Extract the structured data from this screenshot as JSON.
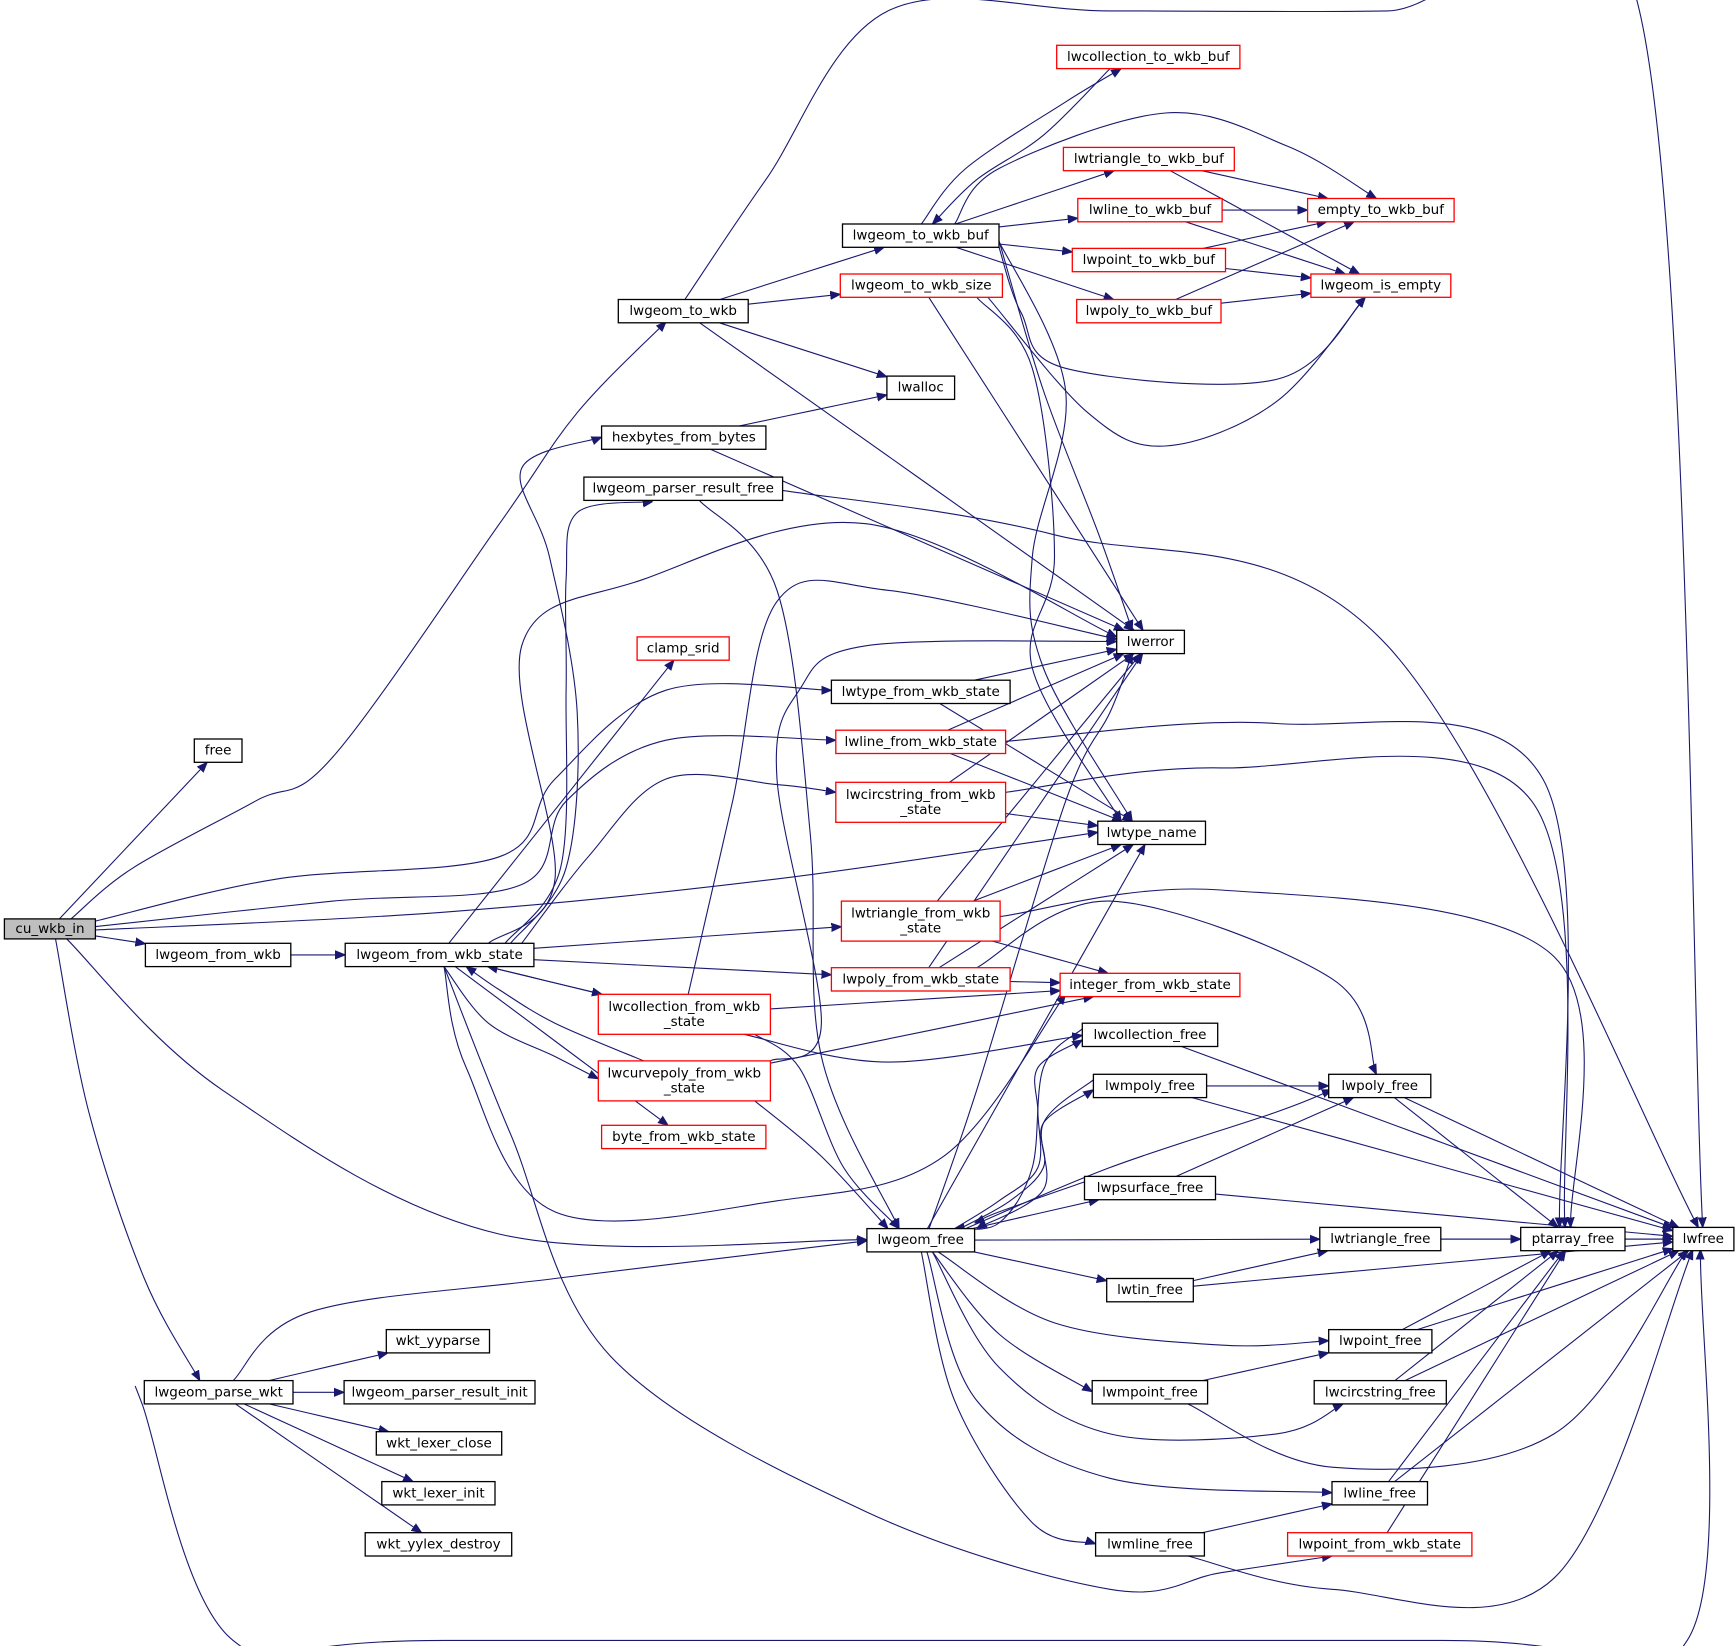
{
  "colors": {
    "edge": "#191970",
    "border_normal": "#000000",
    "border_truncated": "#ff0000",
    "root_fill": "#bfbfbf",
    "node_fill": "#ffffff"
  },
  "nodes": [
    {
      "id": "cu_wkb_in",
      "lines": [
        "cu_wkb_in"
      ],
      "root": true
    },
    {
      "id": "free",
      "lines": [
        "free"
      ]
    },
    {
      "id": "lwgeom_from_wkb",
      "lines": [
        "lwgeom_from_wkb"
      ]
    },
    {
      "id": "lwgeom_from_wkb_state",
      "lines": [
        "lwgeom_from_wkb_state"
      ]
    },
    {
      "id": "lwgeom_parse_wkt",
      "lines": [
        "lwgeom_parse_wkt"
      ]
    },
    {
      "id": "wkt_yyparse",
      "lines": [
        "wkt_yyparse"
      ]
    },
    {
      "id": "lwgeom_parser_result_init",
      "lines": [
        "lwgeom_parser_result_init"
      ]
    },
    {
      "id": "wkt_lexer_close",
      "lines": [
        "wkt_lexer_close"
      ]
    },
    {
      "id": "wkt_lexer_init",
      "lines": [
        "wkt_lexer_init"
      ]
    },
    {
      "id": "wkt_yylex_destroy",
      "lines": [
        "wkt_yylex_destroy"
      ]
    },
    {
      "id": "lwgeom_to_wkb",
      "lines": [
        "lwgeom_to_wkb"
      ]
    },
    {
      "id": "hexbytes_from_bytes",
      "lines": [
        "hexbytes_from_bytes"
      ]
    },
    {
      "id": "lwgeom_parser_result_free",
      "lines": [
        "lwgeom_parser_result_free"
      ]
    },
    {
      "id": "clamp_srid",
      "lines": [
        "clamp_srid"
      ],
      "truncated": true
    },
    {
      "id": "lwcollection_from_wkb_state",
      "lines": [
        "lwcollection_from_wkb",
        "_state"
      ],
      "truncated": true
    },
    {
      "id": "lwcurvepoly_from_wkb_state",
      "lines": [
        "lwcurvepoly_from_wkb",
        "_state"
      ],
      "truncated": true
    },
    {
      "id": "byte_from_wkb_state",
      "lines": [
        "byte_from_wkb_state"
      ],
      "truncated": true
    },
    {
      "id": "lwgeom_to_wkb_buf",
      "lines": [
        "lwgeom_to_wkb_buf"
      ]
    },
    {
      "id": "lwgeom_to_wkb_size",
      "lines": [
        "lwgeom_to_wkb_size"
      ],
      "truncated": true
    },
    {
      "id": "lwalloc",
      "lines": [
        "lwalloc"
      ]
    },
    {
      "id": "lwtype_from_wkb_state",
      "lines": [
        "lwtype_from_wkb_state"
      ]
    },
    {
      "id": "lwline_from_wkb_state",
      "lines": [
        "lwline_from_wkb_state"
      ],
      "truncated": true
    },
    {
      "id": "lwcircstring_from_wkb_state",
      "lines": [
        "lwcircstring_from_wkb",
        "_state"
      ],
      "truncated": true
    },
    {
      "id": "lwtriangle_from_wkb_state",
      "lines": [
        "lwtriangle_from_wkb",
        "_state"
      ],
      "truncated": true
    },
    {
      "id": "lwpoly_from_wkb_state",
      "lines": [
        "lwpoly_from_wkb_state"
      ],
      "truncated": true
    },
    {
      "id": "lwgeom_free",
      "lines": [
        "lwgeom_free"
      ]
    },
    {
      "id": "lwcollection_to_wkb_buf",
      "lines": [
        "lwcollection_to_wkb_buf"
      ],
      "truncated": true
    },
    {
      "id": "lwtriangle_to_wkb_buf",
      "lines": [
        "lwtriangle_to_wkb_buf"
      ],
      "truncated": true
    },
    {
      "id": "lwline_to_wkb_buf",
      "lines": [
        "lwline_to_wkb_buf"
      ],
      "truncated": true
    },
    {
      "id": "lwpoint_to_wkb_buf",
      "lines": [
        "lwpoint_to_wkb_buf"
      ],
      "truncated": true
    },
    {
      "id": "lwpoly_to_wkb_buf",
      "lines": [
        "lwpoly_to_wkb_buf"
      ],
      "truncated": true
    },
    {
      "id": "lwerror",
      "lines": [
        "lwerror"
      ]
    },
    {
      "id": "lwtype_name",
      "lines": [
        "lwtype_name"
      ]
    },
    {
      "id": "integer_from_wkb_state",
      "lines": [
        "integer_from_wkb_state"
      ],
      "truncated": true
    },
    {
      "id": "lwcollection_free",
      "lines": [
        "lwcollection_free"
      ]
    },
    {
      "id": "lwmpoly_free",
      "lines": [
        "lwmpoly_free"
      ]
    },
    {
      "id": "lwpsurface_free",
      "lines": [
        "lwpsurface_free"
      ]
    },
    {
      "id": "lwtin_free",
      "lines": [
        "lwtin_free"
      ]
    },
    {
      "id": "lwmpoint_free",
      "lines": [
        "lwmpoint_free"
      ]
    },
    {
      "id": "lwmline_free",
      "lines": [
        "lwmline_free"
      ]
    },
    {
      "id": "empty_to_wkb_buf",
      "lines": [
        "empty_to_wkb_buf"
      ],
      "truncated": true
    },
    {
      "id": "lwgeom_is_empty",
      "lines": [
        "lwgeom_is_empty"
      ],
      "truncated": true
    },
    {
      "id": "lwpoly_free",
      "lines": [
        "lwpoly_free"
      ]
    },
    {
      "id": "lwtriangle_free",
      "lines": [
        "lwtriangle_free"
      ]
    },
    {
      "id": "lwpoint_free",
      "lines": [
        "lwpoint_free"
      ]
    },
    {
      "id": "lwcircstring_free",
      "lines": [
        "lwcircstring_free"
      ]
    },
    {
      "id": "lwline_free",
      "lines": [
        "lwline_free"
      ]
    },
    {
      "id": "lwpoint_from_wkb_state",
      "lines": [
        "lwpoint_from_wkb_state"
      ],
      "truncated": true
    },
    {
      "id": "ptarray_free",
      "lines": [
        "ptarray_free"
      ]
    },
    {
      "id": "lwfree",
      "lines": [
        "lwfree"
      ]
    }
  ],
  "edges": [
    [
      "cu_wkb_in",
      "free"
    ],
    [
      "cu_wkb_in",
      "lwgeom_to_wkb"
    ],
    [
      "cu_wkb_in",
      "lwtype_from_wkb_state"
    ],
    [
      "cu_wkb_in",
      "lwline_from_wkb_state"
    ],
    [
      "cu_wkb_in",
      "lwtype_name"
    ],
    [
      "cu_wkb_in",
      "lwgeom_from_wkb"
    ],
    [
      "cu_wkb_in",
      "lwgeom_free"
    ],
    [
      "cu_wkb_in",
      "lwgeom_parse_wkt"
    ],
    [
      "cu_wkb_in",
      "lwfree"
    ],
    [
      "lwgeom_from_wkb",
      "lwgeom_from_wkb_state"
    ],
    [
      "lwgeom_from_wkb_state",
      "hexbytes_from_bytes"
    ],
    [
      "lwgeom_from_wkb_state",
      "lwgeom_parser_result_free"
    ],
    [
      "lwgeom_from_wkb_state",
      "clamp_srid"
    ],
    [
      "lwgeom_from_wkb_state",
      "lwerror"
    ],
    [
      "lwgeom_from_wkb_state",
      "lwcircstring_from_wkb_state"
    ],
    [
      "lwgeom_from_wkb_state",
      "lwtriangle_from_wkb_state"
    ],
    [
      "lwgeom_from_wkb_state",
      "lwpoly_from_wkb_state"
    ],
    [
      "lwgeom_from_wkb_state",
      "lwcollection_from_wkb_state"
    ],
    [
      "lwgeom_from_wkb_state",
      "lwcurvepoly_from_wkb_state"
    ],
    [
      "lwgeom_from_wkb_state",
      "byte_from_wkb_state"
    ],
    [
      "lwgeom_from_wkb_state",
      "integer_from_wkb_state"
    ],
    [
      "lwgeom_from_wkb_state",
      "lwpoint_from_wkb_state"
    ],
    [
      "lwcollection_from_wkb_state",
      "lwgeom_from_wkb_state"
    ],
    [
      "lwcurvepoly_from_wkb_state",
      "lwgeom_from_wkb_state"
    ],
    [
      "lwcollection_from_wkb_state",
      "integer_from_wkb_state"
    ],
    [
      "lwcollection_from_wkb_state",
      "lwerror"
    ],
    [
      "lwcollection_from_wkb_state",
      "lwgeom_free"
    ],
    [
      "lwcollection_from_wkb_state",
      "lwcollection_free"
    ],
    [
      "lwcurvepoly_from_wkb_state",
      "integer_from_wkb_state"
    ],
    [
      "lwcurvepoly_from_wkb_state",
      "lwgeom_free"
    ],
    [
      "lwcurvepoly_from_wkb_state",
      "lwerror"
    ],
    [
      "lwgeom_parse_wkt",
      "lwgeom_free"
    ],
    [
      "lwgeom_parse_wkt",
      "wkt_yyparse"
    ],
    [
      "lwgeom_parse_wkt",
      "lwgeom_parser_result_init"
    ],
    [
      "lwgeom_parse_wkt",
      "wkt_lexer_close"
    ],
    [
      "lwgeom_parse_wkt",
      "wkt_lexer_init"
    ],
    [
      "lwgeom_parse_wkt",
      "wkt_yylex_destroy"
    ],
    [
      "lwgeom_to_wkb",
      "lwgeom_to_wkb_buf"
    ],
    [
      "lwgeom_to_wkb",
      "lwgeom_to_wkb_size"
    ],
    [
      "lwgeom_to_wkb",
      "lwalloc"
    ],
    [
      "lwgeom_to_wkb",
      "lwerror"
    ],
    [
      "lwgeom_to_wkb",
      "lwfree"
    ],
    [
      "hexbytes_from_bytes",
      "lwalloc"
    ],
    [
      "hexbytes_from_bytes",
      "lwerror"
    ],
    [
      "lwgeom_parser_result_free",
      "lwgeom_free"
    ],
    [
      "lwgeom_parser_result_free",
      "lwfree"
    ],
    [
      "lwgeom_to_wkb_buf",
      "lwcollection_to_wkb_buf"
    ],
    [
      "lwcollection_to_wkb_buf",
      "lwgeom_to_wkb_buf"
    ],
    [
      "lwgeom_to_wkb_buf",
      "lwtriangle_to_wkb_buf"
    ],
    [
      "lwgeom_to_wkb_buf",
      "lwline_to_wkb_buf"
    ],
    [
      "lwgeom_to_wkb_buf",
      "lwpoint_to_wkb_buf"
    ],
    [
      "lwgeom_to_wkb_buf",
      "lwpoly_to_wkb_buf"
    ],
    [
      "lwgeom_to_wkb_buf",
      "empty_to_wkb_buf"
    ],
    [
      "lwgeom_to_wkb_buf",
      "lwgeom_is_empty"
    ],
    [
      "lwgeom_to_wkb_buf",
      "lwerror"
    ],
    [
      "lwgeom_to_wkb_buf",
      "lwtype_name"
    ],
    [
      "lwgeom_to_wkb_size",
      "lwgeom_is_empty"
    ],
    [
      "lwgeom_to_wkb_size",
      "lwerror"
    ],
    [
      "lwgeom_to_wkb_size",
      "lwtype_name"
    ],
    [
      "lwtriangle_to_wkb_buf",
      "empty_to_wkb_buf"
    ],
    [
      "lwtriangle_to_wkb_buf",
      "lwgeom_is_empty"
    ],
    [
      "lwline_to_wkb_buf",
      "empty_to_wkb_buf"
    ],
    [
      "lwline_to_wkb_buf",
      "lwgeom_is_empty"
    ],
    [
      "lwpoint_to_wkb_buf",
      "empty_to_wkb_buf"
    ],
    [
      "lwpoint_to_wkb_buf",
      "lwgeom_is_empty"
    ],
    [
      "lwpoly_to_wkb_buf",
      "empty_to_wkb_buf"
    ],
    [
      "lwpoly_to_wkb_buf",
      "lwgeom_is_empty"
    ],
    [
      "lwtype_from_wkb_state",
      "lwerror"
    ],
    [
      "lwtype_from_wkb_state",
      "lwtype_name"
    ],
    [
      "lwline_from_wkb_state",
      "lwerror"
    ],
    [
      "lwline_from_wkb_state",
      "lwtype_name"
    ],
    [
      "lwline_from_wkb_state",
      "ptarray_free"
    ],
    [
      "lwcircstring_from_wkb_state",
      "lwerror"
    ],
    [
      "lwcircstring_from_wkb_state",
      "lwtype_name"
    ],
    [
      "lwcircstring_from_wkb_state",
      "ptarray_free"
    ],
    [
      "lwtriangle_from_wkb_state",
      "lwerror"
    ],
    [
      "lwtriangle_from_wkb_state",
      "lwtype_name"
    ],
    [
      "lwtriangle_from_wkb_state",
      "integer_from_wkb_state"
    ],
    [
      "lwtriangle_from_wkb_state",
      "ptarray_free"
    ],
    [
      "lwpoly_from_wkb_state",
      "integer_from_wkb_state"
    ],
    [
      "lwpoly_from_wkb_state",
      "lwtype_name"
    ],
    [
      "lwpoly_from_wkb_state",
      "lwerror"
    ],
    [
      "lwpoly_from_wkb_state",
      "lwpoly_free"
    ],
    [
      "lwgeom_free",
      "lwerror"
    ],
    [
      "lwgeom_free",
      "lwtype_name"
    ],
    [
      "lwgeom_free",
      "lwcollection_free"
    ],
    [
      "lwgeom_free",
      "lwmpoly_free"
    ],
    [
      "lwgeom_free",
      "lwpoly_free"
    ],
    [
      "lwgeom_free",
      "lwpsurface_free"
    ],
    [
      "lwgeom_free",
      "lwtriangle_free"
    ],
    [
      "lwgeom_free",
      "lwtin_free"
    ],
    [
      "lwgeom_free",
      "lwpoint_free"
    ],
    [
      "lwgeom_free",
      "lwmpoint_free"
    ],
    [
      "lwgeom_free",
      "lwcircstring_free"
    ],
    [
      "lwgeom_free",
      "lwline_free"
    ],
    [
      "lwgeom_free",
      "lwmline_free"
    ],
    [
      "lwcollection_free",
      "lwgeom_free"
    ],
    [
      "lwmpoly_free",
      "lwgeom_free"
    ],
    [
      "lwpsurface_free",
      "lwgeom_free"
    ],
    [
      "lwcollection_free",
      "lwfree"
    ],
    [
      "lwmpoly_free",
      "lwpoly_free"
    ],
    [
      "lwmpoly_free",
      "lwfree"
    ],
    [
      "lwpsurface_free",
      "lwpoly_free"
    ],
    [
      "lwpsurface_free",
      "lwfree"
    ],
    [
      "lwtin_free",
      "lwtriangle_free"
    ],
    [
      "lwtin_free",
      "lwfree"
    ],
    [
      "lwmpoint_free",
      "lwpoint_free"
    ],
    [
      "lwmpoint_free",
      "lwfree"
    ],
    [
      "lwmline_free",
      "lwline_free"
    ],
    [
      "lwmline_free",
      "lwfree"
    ],
    [
      "lwpoly_free",
      "ptarray_free"
    ],
    [
      "lwpoly_free",
      "lwfree"
    ],
    [
      "lwtriangle_free",
      "ptarray_free"
    ],
    [
      "lwtriangle_free",
      "lwfree"
    ],
    [
      "lwpoint_free",
      "ptarray_free"
    ],
    [
      "lwpoint_free",
      "lwfree"
    ],
    [
      "lwcircstring_free",
      "ptarray_free"
    ],
    [
      "lwcircstring_free",
      "lwfree"
    ],
    [
      "lwline_free",
      "ptarray_free"
    ],
    [
      "lwline_free",
      "lwfree"
    ],
    [
      "lwpoint_from_wkb_state",
      "ptarray_free"
    ],
    [
      "ptarray_free",
      "lwfree"
    ]
  ]
}
